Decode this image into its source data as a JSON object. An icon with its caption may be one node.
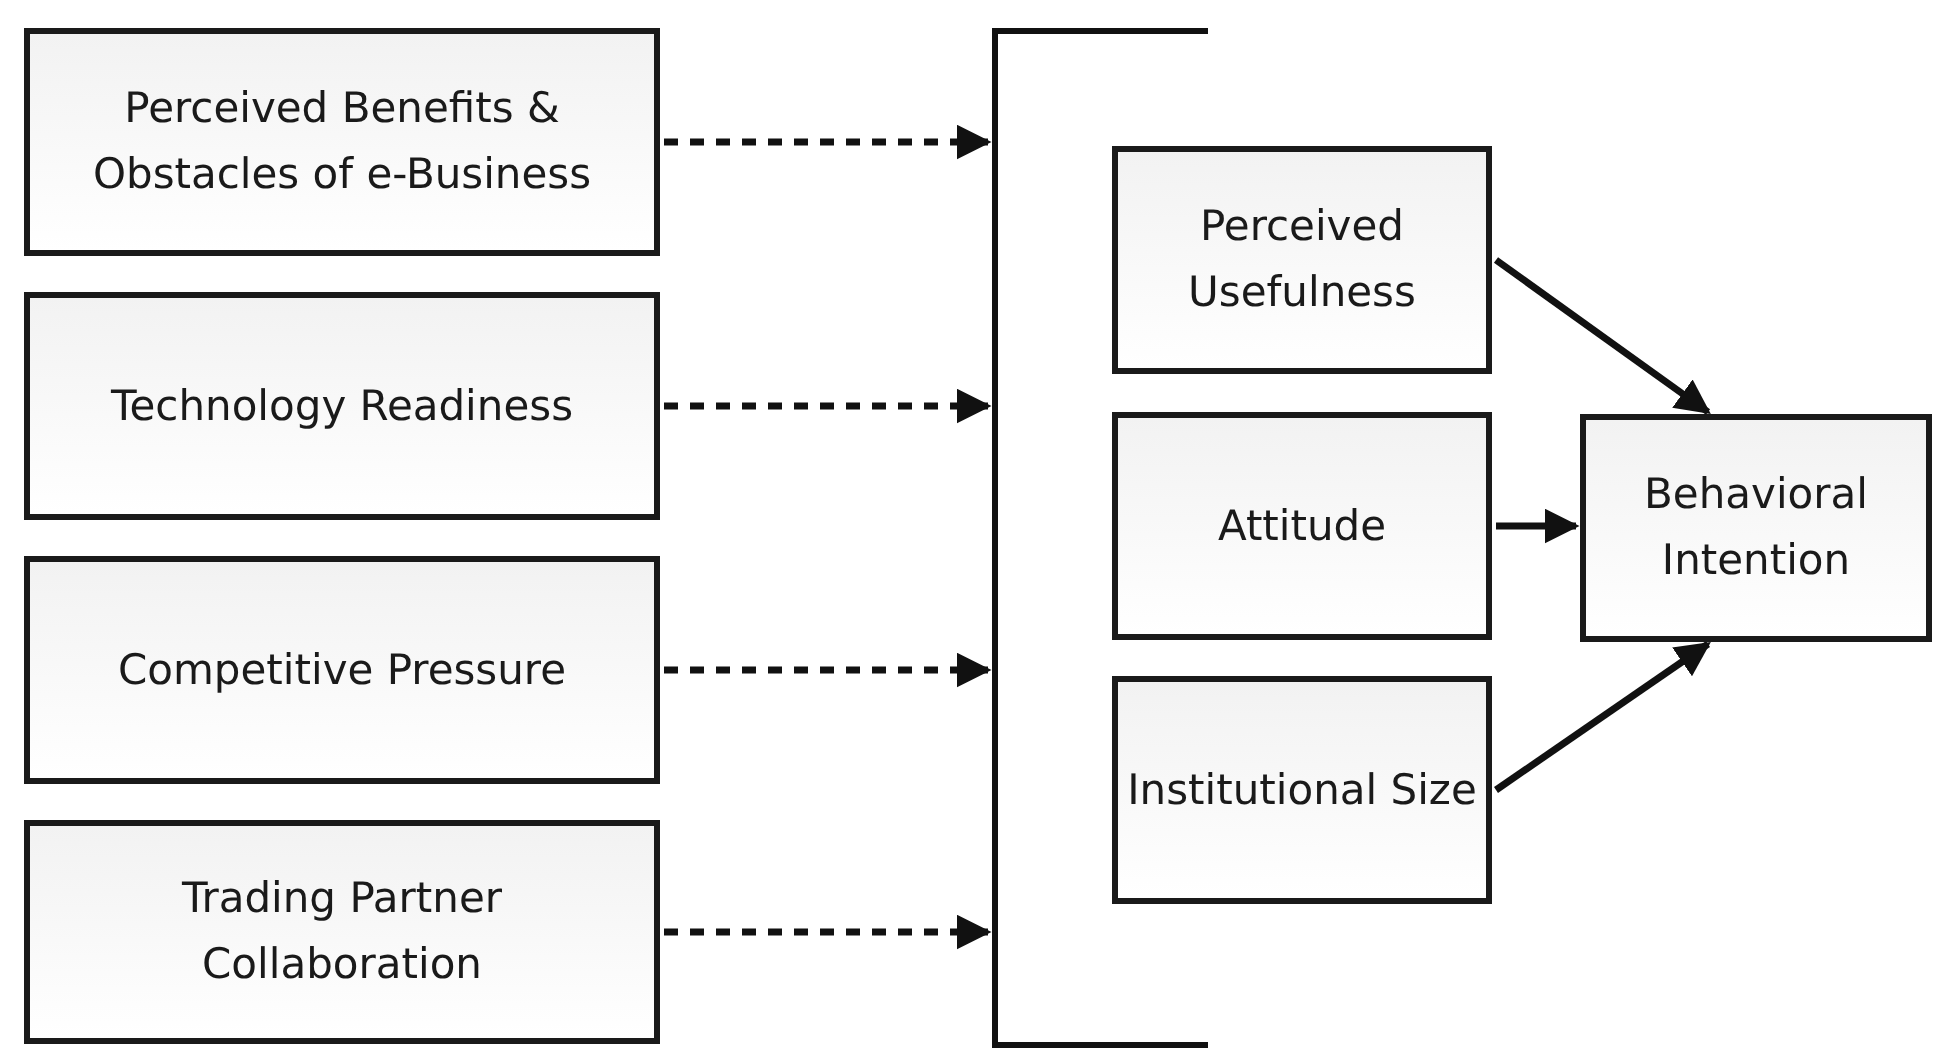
{
  "diagram": {
    "nodes": [
      {
        "text": [
          "Perceived Benefits & Obstacles of e-Business"
        ]
      },
      {
        "text": [
          "Technology Readiness"
        ]
      },
      {
        "text": [
          "Competitive Pressure"
        ]
      },
      {
        "text": [
          "Trading Partner Collaboration"
        ]
      },
      {
        "text": [],
        "shape": "bracket"
      },
      {
        "text": [
          "Perceived Usefulness"
        ]
      },
      {
        "text": [
          "Attitude"
        ]
      },
      {
        "text": [
          "Institutional Size"
        ]
      },
      {
        "text": [
          "Behavioral Intention"
        ]
      }
    ],
    "edges": [
      {
        "from": 0,
        "to": 4,
        "arrow": "to",
        "style": "dashed"
      },
      {
        "from": 1,
        "to": 4,
        "arrow": "to",
        "style": "dashed"
      },
      {
        "from": 2,
        "to": 4,
        "arrow": "to",
        "style": "dashed"
      },
      {
        "from": 3,
        "to": 4,
        "arrow": "to",
        "style": "dashed"
      },
      {
        "from": 5,
        "to": 8,
        "arrow": "to"
      },
      {
        "from": 6,
        "to": 8,
        "arrow": "to"
      },
      {
        "from": 7,
        "to": 8,
        "arrow": "to"
      }
    ]
  }
}
